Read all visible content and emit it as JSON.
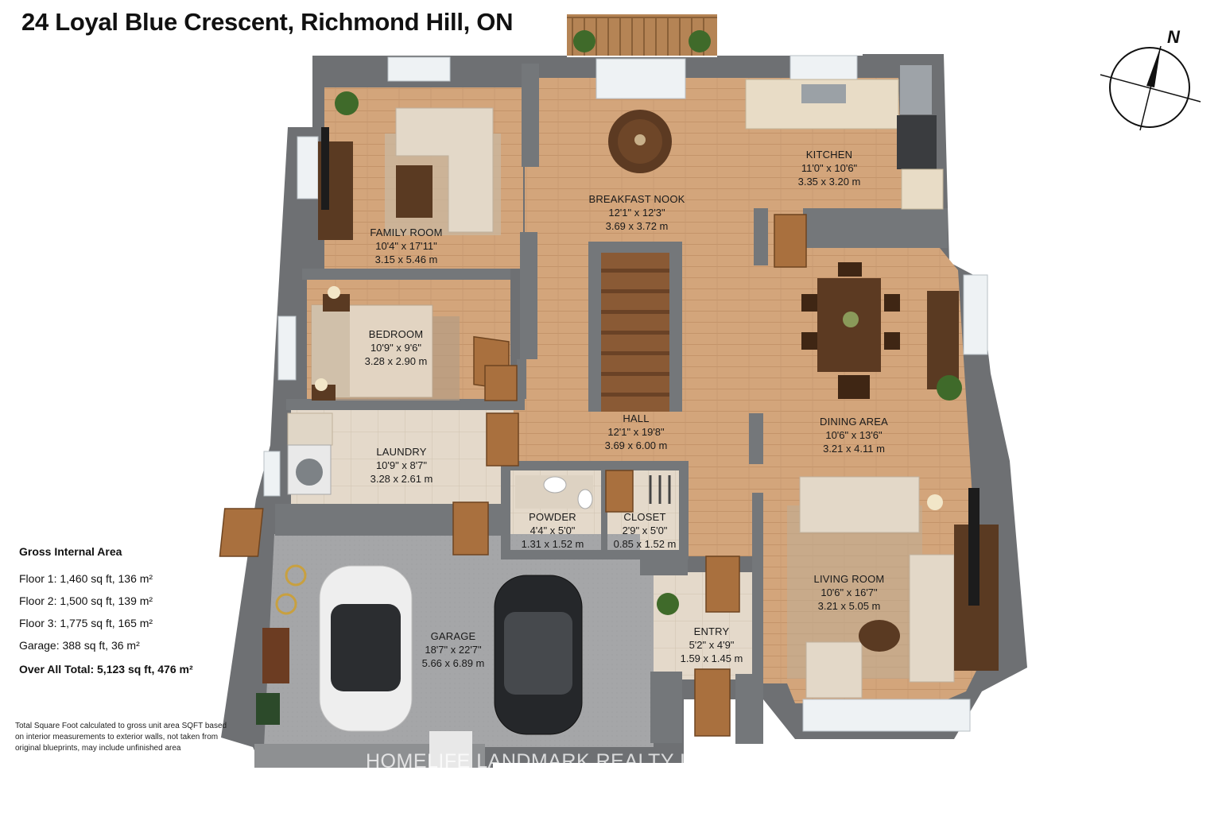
{
  "title": "24 Loyal Blue Crescent, Richmond Hill, ON",
  "compass": {
    "label": "N"
  },
  "rooms": {
    "kitchen": {
      "name": "KITCHEN",
      "imperial": "11'0\" x 10'6\"",
      "metric": "3.35 x 3.20 m"
    },
    "breakfast": {
      "name": "BREAKFAST NOOK",
      "imperial": "12'1\" x 12'3\"",
      "metric": "3.69 x 3.72 m"
    },
    "family": {
      "name": "FAMILY ROOM",
      "imperial": "10'4\" x 17'11\"",
      "metric": "3.15 x 5.46 m"
    },
    "bedroom": {
      "name": "BEDROOM",
      "imperial": "10'9\" x 9'6\"",
      "metric": "3.28 x 2.90 m"
    },
    "hall": {
      "name": "HALL",
      "imperial": "12'1\" x 19'8\"",
      "metric": "3.69 x 6.00 m"
    },
    "dining": {
      "name": "DINING AREA",
      "imperial": "10'6\" x 13'6\"",
      "metric": "3.21 x 4.11 m"
    },
    "laundry": {
      "name": "LAUNDRY",
      "imperial": "10'9\" x 8'7\"",
      "metric": "3.28 x 2.61 m"
    },
    "powder": {
      "name": "POWDER",
      "imperial": "4'4\" x 5'0\"",
      "metric": "1.31 x 1.52 m"
    },
    "closet": {
      "name": "CLOSET",
      "imperial": "2'9\" x 5'0\"",
      "metric": "0.85 x 1.52 m"
    },
    "living": {
      "name": "LIVING ROOM",
      "imperial": "10'6\" x 16'7\"",
      "metric": "3.21 x 5.05 m"
    },
    "garage": {
      "name": "GARAGE",
      "imperial": "18'7\" x 22'7\"",
      "metric": "5.66 x 6.89 m"
    },
    "entry": {
      "name": "ENTRY",
      "imperial": "5'2\" x 4'9\"",
      "metric": "1.59 x 1.45 m"
    }
  },
  "gross_internal_area": {
    "heading": "Gross Internal Area",
    "floor1": "Floor 1: 1,460 sq ft, 136 m²",
    "floor2": "Floor 2: 1,500 sq ft, 139 m²",
    "floor3": "Floor 3: 1,775 sq ft, 165 m²",
    "garage": "Garage: 388 sq ft, 36 m²",
    "total": "Over All Total: 5,123 sq ft, 476 m²"
  },
  "note": "Total Square Foot calculated to gross unit area SQFT based on interior measurements to exterior walls, not taken from original blueprints, may include unfinished area",
  "watermark": "HOMELIFE LANDMARK REALTY INC., Brokerage",
  "colors": {
    "wall": "#6e7073",
    "wood_floor": "#d2a47a",
    "tile_floor": "#e2d7c8",
    "garage_floor": "#a3a4a6"
  }
}
